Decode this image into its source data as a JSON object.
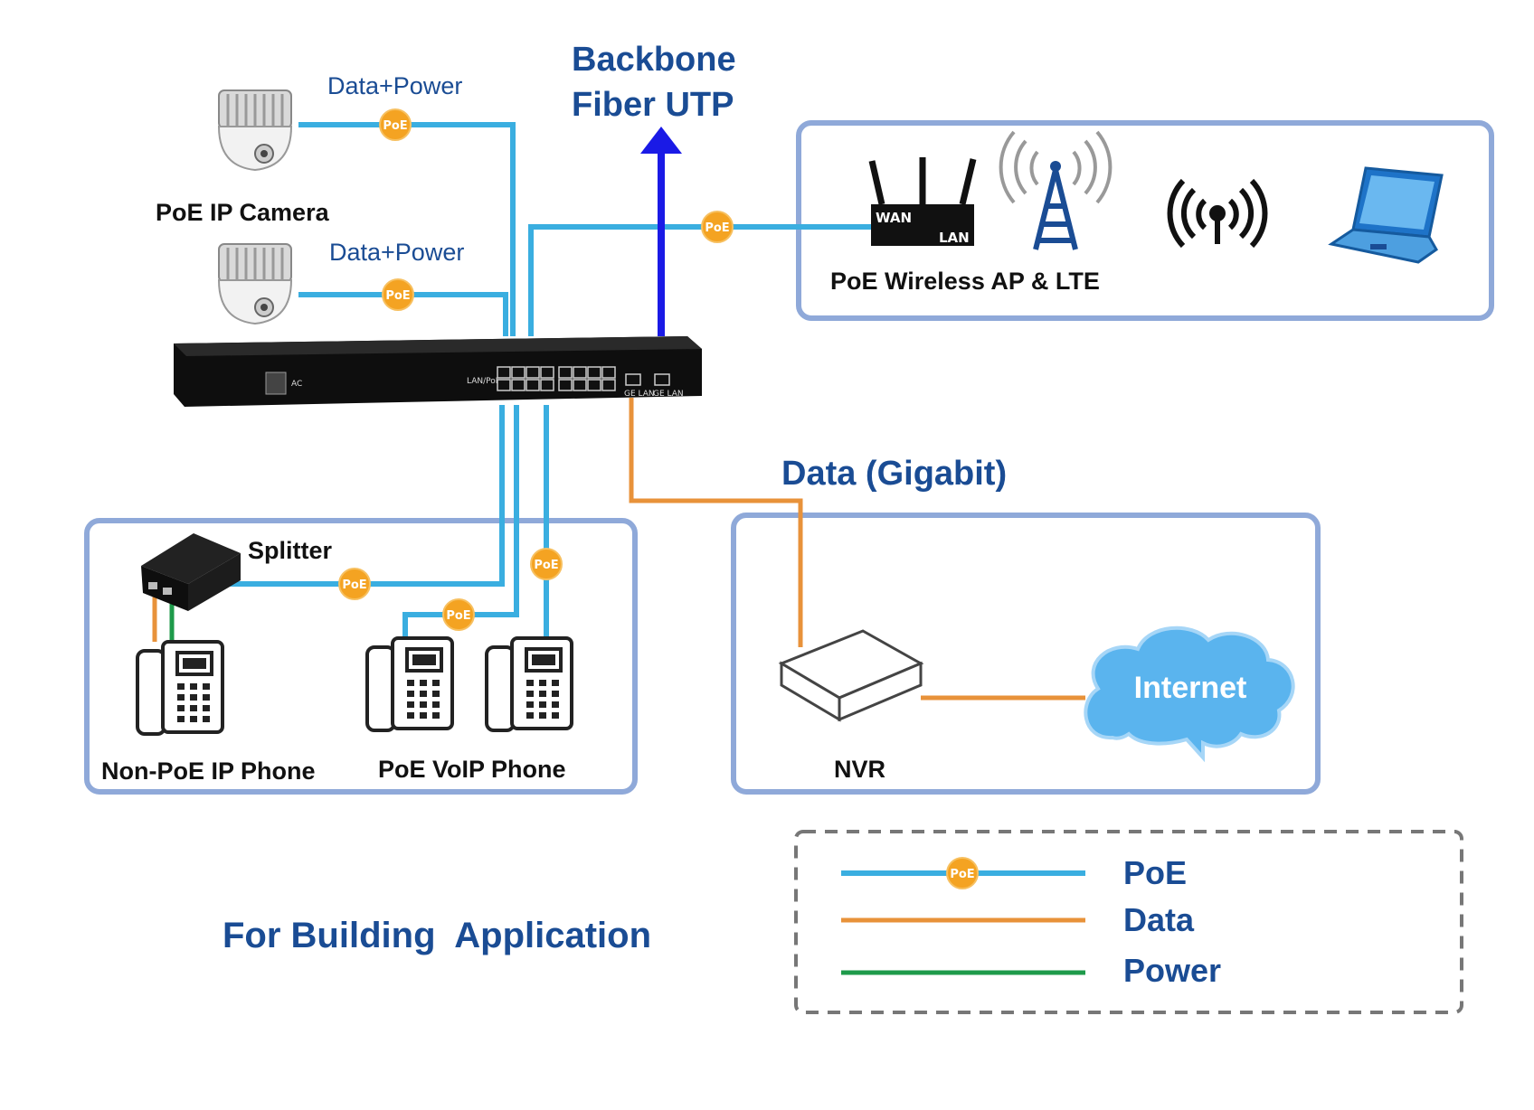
{
  "title": "For Building  Application",
  "backbone": {
    "line1": "Backbone",
    "line2": "Fiber UTP"
  },
  "data_power_label": "Data+Power",
  "camera_label": "PoE IP Camera",
  "ap_label": "PoE Wireless AP & LTE",
  "router_ports": {
    "wan": "WAN",
    "lan": "LAN"
  },
  "splitter_label": "Splitter",
  "non_poe_phone_label": "Non-PoE IP Phone",
  "poe_voip_label": "PoE VoIP Phone",
  "data_gigabit_label": "Data (Gigabit)",
  "nvr_label": "NVR",
  "internet_label": "Internet",
  "poe_badge": "PoE",
  "switch_text": {
    "ac": "AC",
    "lanpoe": "LAN/PoE",
    "ge1": "GE LAN",
    "ge2": "GE LAN"
  },
  "legend": {
    "poe": "PoE",
    "data": "Data",
    "power": "Power"
  },
  "colors": {
    "poe_line": "#3aaee0",
    "data_line": "#e8923a",
    "power_line": "#1e9a4a",
    "badge": "#f4a322",
    "box_border": "#8fa9d9",
    "label_blue": "#1a4c94",
    "backbone_arrow": "#1a1ae6"
  },
  "icons": [
    "dome-camera-icon",
    "switch-icon",
    "router-icon",
    "lte-tower-icon",
    "wifi-signal-icon",
    "laptop-icon",
    "splitter-icon",
    "ip-phone-icon",
    "nvr-icon",
    "cloud-icon"
  ]
}
